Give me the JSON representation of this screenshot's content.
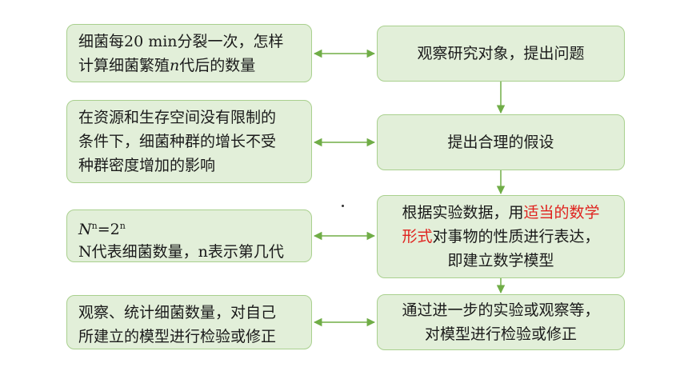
{
  "left": {
    "b1": {
      "l1": "细菌每20 min分裂一次，怎样",
      "l2a": "计算细菌繁殖",
      "l2var": "n",
      "l2b": "代后的数量"
    },
    "b2": {
      "l1": "在资源和生存空间没有限制的",
      "l2": "条件下，细菌种群的增长不受",
      "l3": "种群密度增加的影响"
    },
    "b3": {
      "base": "N",
      "exp": "n",
      "eq": "=2",
      "exp2": "n",
      "l2": "N代表细菌数量，n表示第几代"
    },
    "b4": {
      "l1": "观察、统计细菌数量，对自己",
      "l2": "所建立的模型进行检验或修正"
    }
  },
  "right": {
    "b1": {
      "l1": "观察研究对象，提出问题"
    },
    "b2": {
      "l1": "提出合理的假设"
    },
    "b3": {
      "l1a": "根据实验数据，用",
      "l1red": "适当的数学",
      "l2red": "形式",
      "l2b": "对事物的性质进行表达，",
      "l3": "即建立数学模型"
    },
    "b4": {
      "l1": "通过进一步的实验或观察等，",
      "l2": "对模型进行检验或修正"
    }
  },
  "colors": {
    "box_fill": "#e2efd9",
    "box_border": "#a9d08e",
    "arrow": "#70ad47",
    "highlight": "#e0221e"
  }
}
